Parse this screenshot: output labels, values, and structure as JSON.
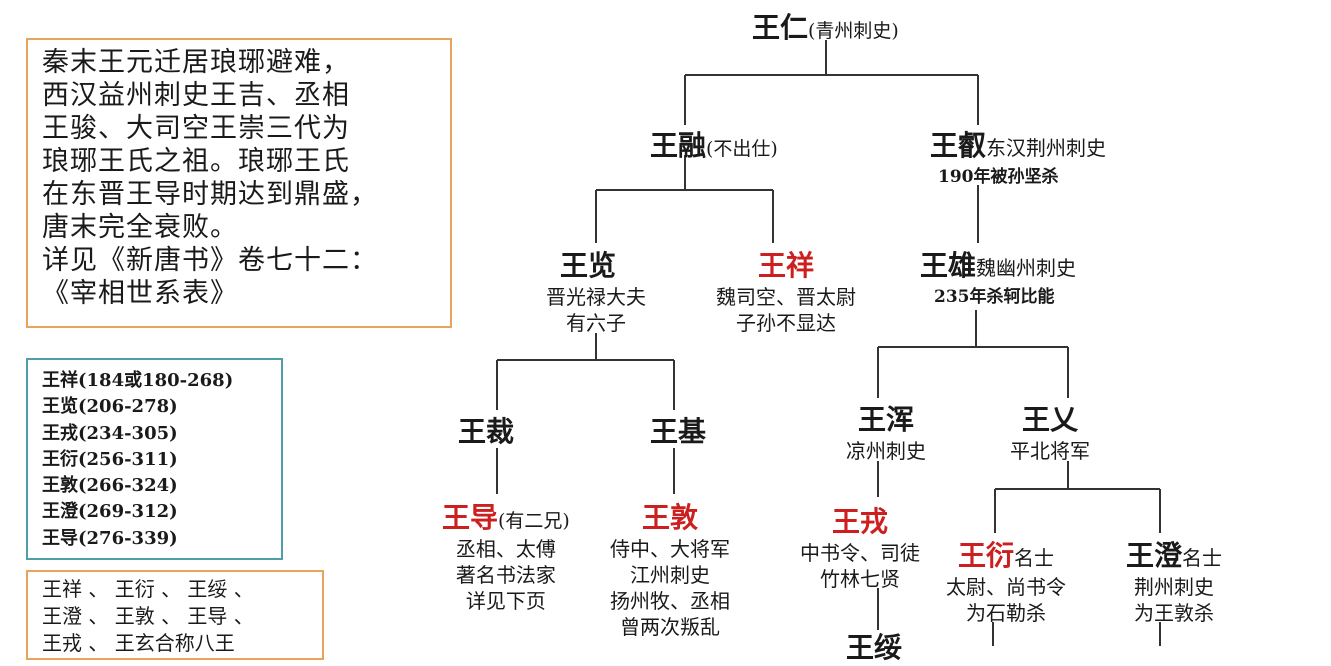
{
  "intro": {
    "lines": [
      "秦末王元迁居琅琊避难，",
      "西汉益州刺史王吉、丞相",
      "王骏、大司空王崇三代为",
      "琅琊王氏之祖。琅琊王氏",
      "在东晋王导时期达到鼎盛，",
      "唐末完全衰败。",
      "详见《新唐书》卷七十二：",
      "《宰相世系表》"
    ]
  },
  "dates": [
    "王祥(184或180-268)",
    "王览(206-278)",
    "王戎(234-305)",
    "王衍(256-311)",
    "王敦(266-324)",
    "王澄(269-312)",
    "王导(276-339)"
  ],
  "eight": [
    "王祥 、 王衍 、 王绥 、",
    "王澄 、 王敦 、 王导 、",
    "王戎 、 王玄合称八王"
  ],
  "tree": {
    "wangren": {
      "name": "王仁",
      "note": "(青州刺史)"
    },
    "wangrong_root": {
      "name": "王融",
      "note": "(不出仕)"
    },
    "wangrui": {
      "name": "王叡",
      "note": "东汉荆州刺史",
      "info": [
        "190年被孙坚杀"
      ]
    },
    "wanglan": {
      "name": "王览",
      "info": [
        "晋光禄大夫",
        "有六子"
      ]
    },
    "wangxiang": {
      "name": "王祥",
      "info": [
        "魏司空、晋太尉",
        "子孙不显达"
      ]
    },
    "wangxiong": {
      "name": "王雄",
      "note": "魏幽州刺史",
      "info": [
        "235年杀轲比能"
      ]
    },
    "wangcai": {
      "name": "王裁"
    },
    "wangji": {
      "name": "王基"
    },
    "wanghun": {
      "name": "王浑",
      "info": [
        "凉州刺史"
      ]
    },
    "wangyi": {
      "name": "王乂",
      "info": [
        "平北将军"
      ]
    },
    "wangdao": {
      "name": "王导",
      "note": "(有二兄)",
      "info": [
        "丞相、太傅",
        "著名书法家",
        "详见下页"
      ]
    },
    "wangdun": {
      "name": "王敦",
      "info": [
        "侍中、大将军",
        "江州刺史",
        "扬州牧、丞相",
        "曾两次叛乱"
      ]
    },
    "wangrong": {
      "name": "王戎",
      "info": [
        "中书令、司徒",
        "竹林七贤"
      ]
    },
    "wangyan": {
      "name": "王衍",
      "note": "名士",
      "info": [
        "太尉、尚书令",
        "为石勒杀"
      ]
    },
    "wangcheng": {
      "name": "王澄",
      "note": "名士",
      "info": [
        "荆州刺史",
        "为王敦杀"
      ]
    },
    "wangsui": {
      "name": "王绥"
    }
  },
  "colors": {
    "orange_border": "#e8a35c",
    "teal_border": "#4f9fa8",
    "highlight_red": "#cc1f1f",
    "line": "#333333"
  }
}
